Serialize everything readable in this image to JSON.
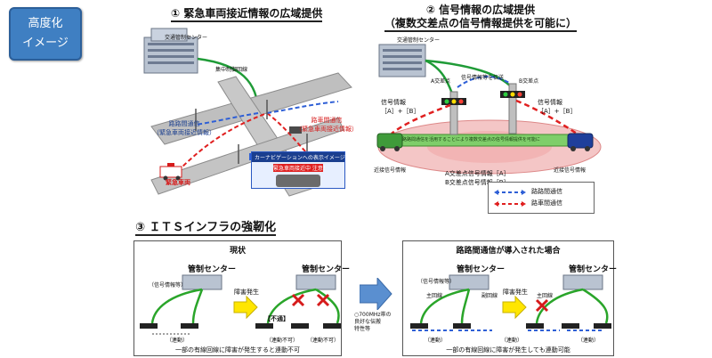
{
  "badge": {
    "line1": "高度化",
    "line2": "イメージ"
  },
  "section1": {
    "title": "① 緊急車両接近情報の広域提供",
    "center_label": "交通管制センター",
    "line_label": "集中制御回線",
    "road_comm_label_1": "路路間通信",
    "road_comm_label_2": "（緊急車両接近情報）",
    "car_comm_label_1": "路車間通信",
    "car_comm_label_2": "（緊急車両接近情報）",
    "emergency_label": "緊急車両",
    "nav_title": "カーナビゲーションへの表示イメージ",
    "nav_alert": "緊急車両接近中 注意！"
  },
  "section2": {
    "title_1": "② 信号情報の広域提供",
    "title_2": "（複数交差点の信号情報提供を可能に）",
    "center_label": "交通管制センター",
    "a_label": "A交差点",
    "b_label": "B交差点",
    "relay_label": "信号情報等を伝送",
    "left_info_1": "信号情報",
    "left_info_2": "［A］+［B］",
    "right_info_1": "信号情報",
    "right_info_2": "［A］+［B］",
    "band_text": "路路間通信を活用することにより複数交差点の信号情報提供を可能に",
    "left_car_label": "近接信号情報",
    "right_car_label": "近接信号情報",
    "signal_a": "A交差点信号情報［A］",
    "signal_b": "B交差点信号情報［B］",
    "legend": {
      "road": "路路間通信",
      "car": "路車間通信"
    }
  },
  "section3": {
    "title": "③ ＩＴＳインフラの強靭化",
    "left_panel": {
      "header": "現状",
      "center_1": "管制センター",
      "center_2": "管制センター",
      "signal_info": "（信号情報等）",
      "fault": "障害発生",
      "blocked": "【不通】",
      "linked": "（連動）",
      "unlinked": "（連動不可）",
      "caption": "一部の有線回線に障害が発生すると連動不可"
    },
    "middle_note": {
      "l1": "○700MHz帯の",
      "l2": "良好な伝搬",
      "l3": "特性等"
    },
    "right_panel": {
      "header": "路路間通信が導入された場合",
      "center_1": "管制センター",
      "center_2": "管制センター",
      "signal_info": "（信号情報等）",
      "main_line": "主回線",
      "sub_line": "副回線",
      "fault": "障害発生",
      "main_line_2": "主回線",
      "linked": "（連動）",
      "caption": "一部の有線回線に障害が発生しても連動可能"
    }
  },
  "colors": {
    "badge": "#3f7fc2",
    "road_comm": "#2e5fd6",
    "car_comm": "#e02020",
    "panel_line": "#2aa52a"
  }
}
